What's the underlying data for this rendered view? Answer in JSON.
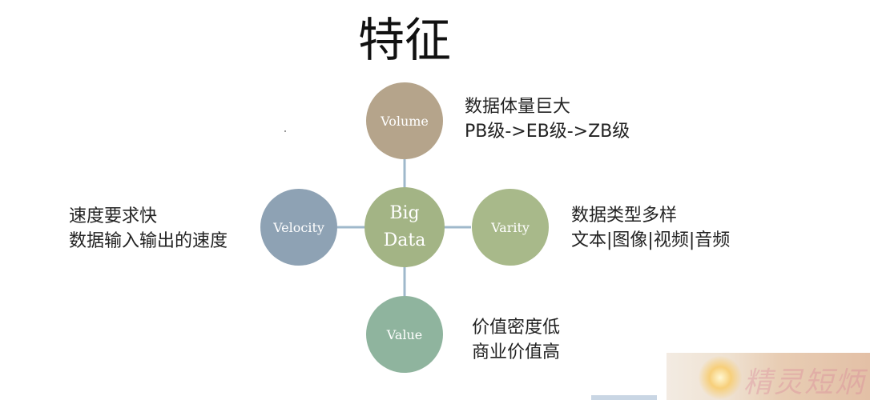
{
  "title": "特征",
  "colors": {
    "connector": "#9fb8cb",
    "volume": "#b5a48b",
    "velocity": "#8ea2b4",
    "variety": "#a8b98a",
    "value": "#8fb49e",
    "center": "#a3b485"
  },
  "center": {
    "line1": "Big",
    "line2": "Data"
  },
  "nodes": {
    "volume": {
      "label": "Volume",
      "desc1": "数据体量巨大",
      "desc2": "PB级->EB级->ZB级"
    },
    "velocity": {
      "label": "Velocity",
      "desc1": "速度要求快",
      "desc2": "数据输入输出的速度"
    },
    "variety": {
      "label": "Varity",
      "desc1": "数据类型多样",
      "desc2": "文本|图像|视频|音频"
    },
    "value": {
      "label": "Value",
      "desc1": "价值密度低",
      "desc2": "商业价值高"
    }
  },
  "watermark": {
    "text": "精灵短炳"
  }
}
